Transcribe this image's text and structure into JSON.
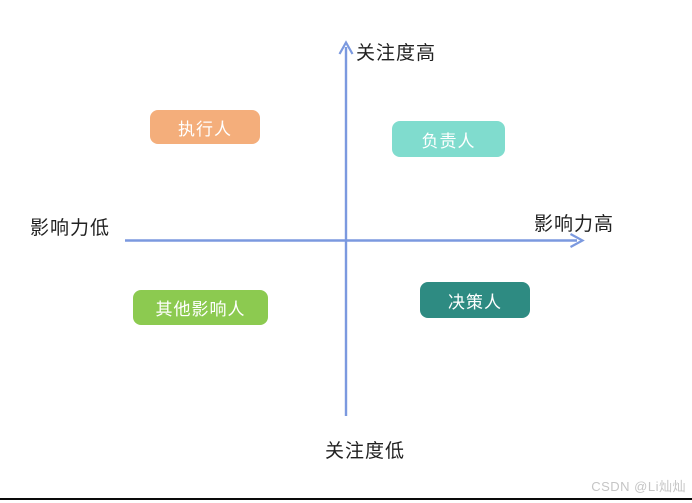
{
  "diagram": {
    "axes": {
      "top_label": "关注度高",
      "bottom_label": "关注度低",
      "left_label": "影响力低",
      "right_label": "影响力高",
      "line_color": "#7b99df"
    },
    "quadrants": {
      "top_left": {
        "label": "执行人",
        "color": "#f4ae7b"
      },
      "top_right": {
        "label": "负责人",
        "color": "#80dcce"
      },
      "bottom_left": {
        "label": "其他影响人",
        "color": "#8cca50"
      },
      "bottom_right": {
        "label": "决策人",
        "color": "#2e8b82"
      }
    },
    "watermark": "CSDN @Li灿灿"
  }
}
